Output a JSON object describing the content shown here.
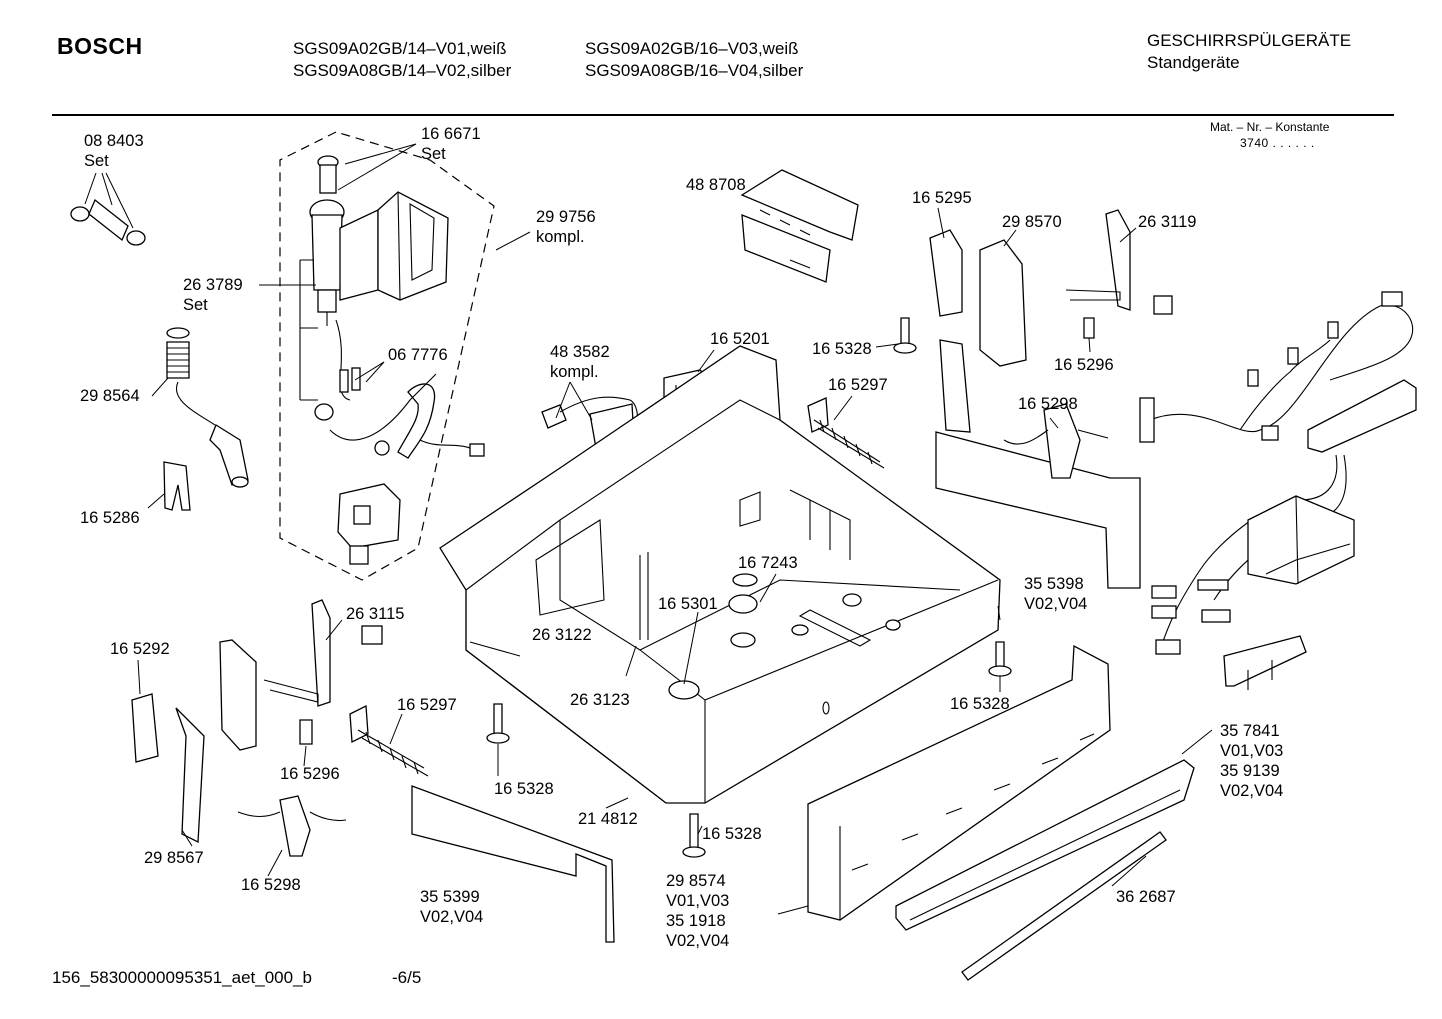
{
  "header": {
    "brand": "BOSCH",
    "models_col1": [
      "SGS09A02GB/14–V01,weiß",
      "SGS09A08GB/14–V02,silber"
    ],
    "models_col2": [
      "SGS09A02GB/16–V03,weiß",
      "SGS09A08GB/16–V04,silber"
    ],
    "category": "GESCHIRRSPÜLGERÄTE",
    "subcategory": "Standgeräte",
    "mat_label": "Mat. – Nr. – Konstante",
    "mat_value": "3740  .  .  .  .  .  ."
  },
  "parts": [
    {
      "id": "p01",
      "lines": [
        "08 8403",
        "Set"
      ]
    },
    {
      "id": "p02",
      "lines": [
        "16 6671",
        "Set"
      ]
    },
    {
      "id": "p03",
      "lines": [
        "29 9756",
        "kompl."
      ]
    },
    {
      "id": "p04",
      "lines": [
        "26 3789",
        "Set"
      ]
    },
    {
      "id": "p05",
      "lines": [
        "06 7776"
      ]
    },
    {
      "id": "p06",
      "lines": [
        "29 8564"
      ]
    },
    {
      "id": "p07",
      "lines": [
        "16 5286"
      ]
    },
    {
      "id": "p08",
      "lines": [
        "48 8708"
      ]
    },
    {
      "id": "p09",
      "lines": [
        "48 3582",
        "kompl."
      ]
    },
    {
      "id": "p10",
      "lines": [
        "16 5201"
      ]
    },
    {
      "id": "p11",
      "lines": [
        "16 5328"
      ]
    },
    {
      "id": "p12",
      "lines": [
        "16 5297"
      ]
    },
    {
      "id": "p13",
      "lines": [
        "16 5295"
      ]
    },
    {
      "id": "p14",
      "lines": [
        "29 8570"
      ]
    },
    {
      "id": "p15",
      "lines": [
        "26 3119"
      ]
    },
    {
      "id": "p16",
      "lines": [
        "16 5296"
      ]
    },
    {
      "id": "p17",
      "lines": [
        "16 5298"
      ]
    },
    {
      "id": "p18",
      "lines": [
        "16 7243"
      ]
    },
    {
      "id": "p19",
      "lines": [
        "16 5301"
      ]
    },
    {
      "id": "p20",
      "lines": [
        "35 5398",
        "V02,V04"
      ]
    },
    {
      "id": "p21",
      "lines": [
        "26 3115"
      ]
    },
    {
      "id": "p22",
      "lines": [
        "16 5292"
      ]
    },
    {
      "id": "p23",
      "lines": [
        "26 3122"
      ]
    },
    {
      "id": "p24",
      "lines": [
        "26 3123"
      ]
    },
    {
      "id": "p25",
      "lines": [
        "16 5297"
      ]
    },
    {
      "id": "p26",
      "lines": [
        "16 5328"
      ]
    },
    {
      "id": "p27",
      "lines": [
        "16 5296"
      ]
    },
    {
      "id": "p28",
      "lines": [
        "16 5328"
      ]
    },
    {
      "id": "p29",
      "lines": [
        "35 7841",
        "V01,V03",
        "35 9139",
        "V02,V04"
      ]
    },
    {
      "id": "p30",
      "lines": [
        "21 4812"
      ]
    },
    {
      "id": "p31",
      "lines": [
        "16 5328"
      ]
    },
    {
      "id": "p32",
      "lines": [
        "29 8567"
      ]
    },
    {
      "id": "p33",
      "lines": [
        "16 5298"
      ]
    },
    {
      "id": "p34",
      "lines": [
        "29 8574",
        "V01,V03",
        "35 1918",
        "V02,V04"
      ]
    },
    {
      "id": "p35",
      "lines": [
        "35 5399",
        "V02,V04"
      ]
    },
    {
      "id": "p36",
      "lines": [
        "36 2687"
      ]
    }
  ],
  "footer": {
    "doc_id": "156_58300000095351_aet_000_b",
    "page": "-6/5"
  }
}
